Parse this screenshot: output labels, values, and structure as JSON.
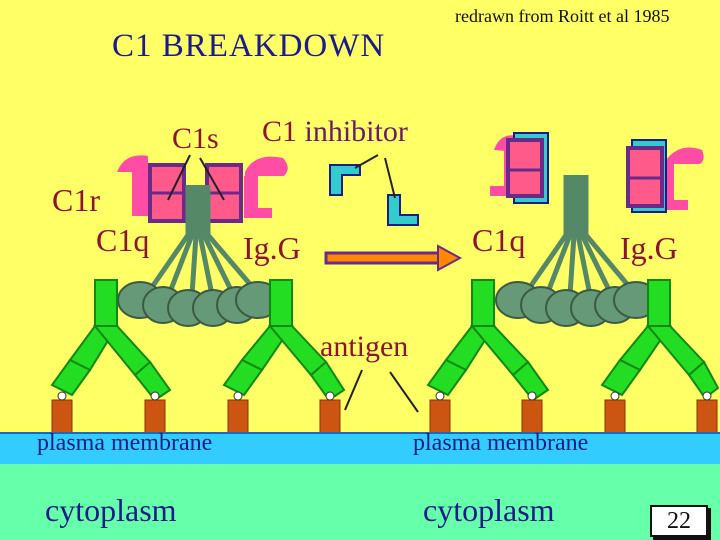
{
  "title": "C1  BREAKDOWN",
  "credit": "redrawn from Roitt et al 1985",
  "labels": {
    "c1s": "C1s",
    "c1_inhibitor_c1": "C1",
    "c1_inhibitor_rest": "inhibitor",
    "c1r": "C1r",
    "c1q_left": "C1q",
    "igg_left": "Ig.G",
    "c1q_right": "C1q",
    "igg_right": "Ig.G",
    "antigen": "antigen",
    "membrane_left": "plasma  membrane",
    "membrane_right": "plasma  membrane",
    "cytoplasm_left": "cytoplasm",
    "cytoplasm_right": "cytoplasm"
  },
  "page_number": "22",
  "colors": {
    "background": "#ffff66",
    "title": "#1b1b8a",
    "label_maroon": "#8a1432",
    "c1r_pink": "#ff4da6",
    "c1s_box": "#6a2a8a",
    "inhibitor": "#33cccc",
    "antibody": "#22dd22",
    "c1q_head": "#558866",
    "antigen": "#cc5511",
    "membrane": "#33ccff",
    "cytoplasm": "#66ffaa",
    "arrow": "#ff8800"
  }
}
